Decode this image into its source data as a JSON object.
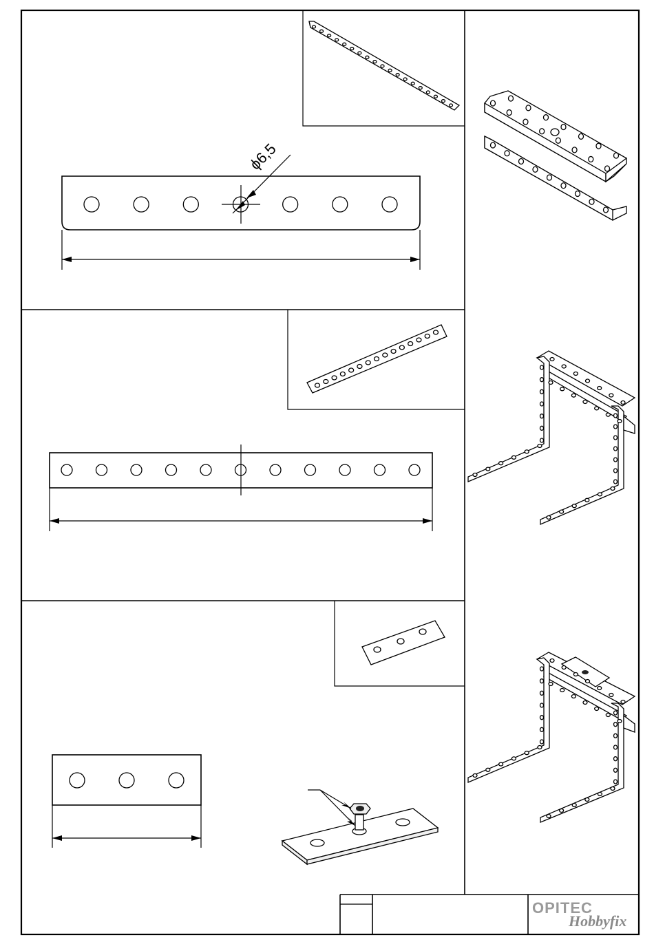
{
  "sheet": {
    "dimension_label": "ϕ6,5"
  },
  "parts": [
    {
      "name": "strip-7-holes",
      "holes": 7
    },
    {
      "name": "strip-11-holes",
      "holes": 11
    },
    {
      "name": "strip-3-holes",
      "holes": 3
    }
  ],
  "logo": {
    "brand": "OPITEC",
    "sub": "Hobbyfix"
  }
}
